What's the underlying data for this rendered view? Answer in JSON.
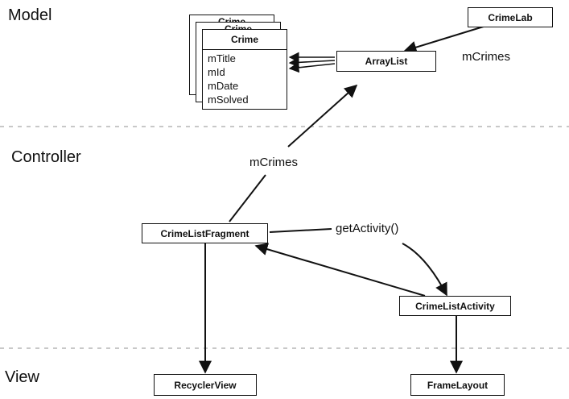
{
  "sections": {
    "model": "Model",
    "controller": "Controller",
    "view": "View"
  },
  "crime_class": {
    "title": "Crime",
    "fields": [
      "mTitle",
      "mId",
      "mDate",
      "mSolved"
    ]
  },
  "nodes": {
    "crimelab": "CrimeLab",
    "arraylist": "ArrayList",
    "crimelistfragment": "CrimeListFragment",
    "crimelistactivity": "CrimeListActivity",
    "recyclerview": "RecyclerView",
    "framelayout": "FrameLayout"
  },
  "edge_labels": {
    "crimelab_to_arraylist": "mCrimes",
    "fragment_to_arraylist": "mCrimes",
    "fragment_to_activity": "getActivity()"
  },
  "colors": {
    "ink": "#111111",
    "divider": "#c8c8c8",
    "background": "#ffffff"
  }
}
